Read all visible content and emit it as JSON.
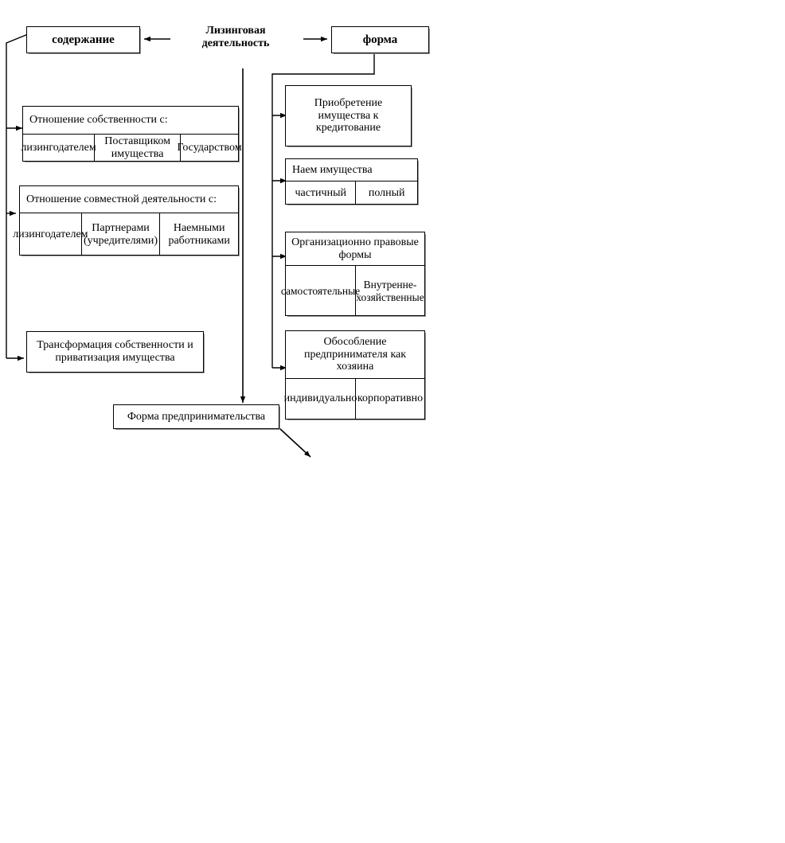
{
  "diagram": {
    "center_label": "Лизинговая\nдеятельность",
    "center_label_line1": "Лизинговая",
    "center_label_line2": "деятельность",
    "left_root": "содержание",
    "right_root": "форма",
    "bottom_box": "Форма предпринимательства"
  },
  "left_blocks": [
    {
      "header": "Отношение собственности с:",
      "cells": [
        "лизингодателем",
        "Поставщиком имущества",
        "Государством"
      ]
    },
    {
      "header": "Отношение совместной деятельности с:",
      "cells": [
        "лизингодателем",
        "Партнерами (учредителями)",
        "Наемными работниками"
      ]
    },
    {
      "header": "Трансформация собственности и приватизация имущества",
      "cells": []
    }
  ],
  "right_blocks": [
    {
      "header": "Приобретение имущества к кредитование",
      "cells": []
    },
    {
      "header": "Наем имущества",
      "cells": [
        "частичный",
        "полный"
      ]
    },
    {
      "header": "Организационно правовые формы",
      "cells": [
        "самостоятельные",
        "Внутренне-хозяйственные"
      ]
    },
    {
      "header": "Обособление предпринимателя как хозяина",
      "cells": [
        "индивидуально",
        "корпоративно"
      ]
    }
  ],
  "colors": {
    "line": "#000000",
    "background": "#ffffff",
    "shadow": "#9a9a9a"
  }
}
